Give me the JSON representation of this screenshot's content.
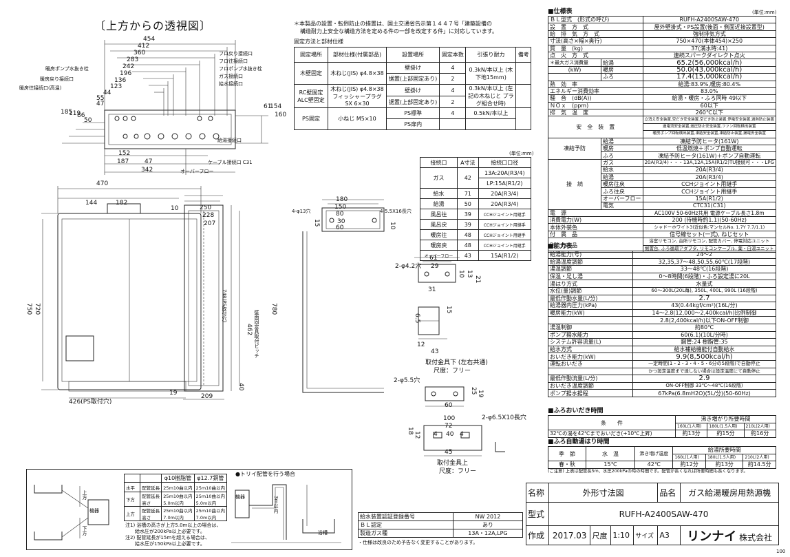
{
  "top_view": {
    "title": "〔上方からの透視図〕",
    "dims": [
      "454",
      "412",
      "360",
      "283",
      "242",
      "196",
      "136",
      "123",
      "44",
      "55",
      "47",
      "185",
      "119",
      "86",
      "50",
      "154",
      "160",
      "61",
      "152",
      "187",
      "47",
      "342"
    ],
    "labels": [
      "フロ戻り接続口",
      "フロ往接続口",
      "フロポンプ水抜き栓",
      "ガス接続口",
      "給水接続口",
      "暖房ポンプ水抜き栓",
      "暖房戻り接続口",
      "暖房往接続口(高温)",
      "給湯接続口",
      "ケーブル接続口 C31",
      "オーバーフロー"
    ]
  },
  "notice": {
    "line1": "＊本製品の設置・転倒防止の措置は、国土交通省告示第１４４７号「建築設備の",
    "line2": "構造耐力上安全な構造方法を定める件の一部を改定する件」に対応しています。",
    "section": "固定方法と部材仕様"
  },
  "fix_table": {
    "headers": [
      "固定場所",
      "部材仕様(付属部品)",
      "設置場所",
      "固定本数",
      "引張り耐力",
      "備考"
    ],
    "rows": [
      [
        "木壁固定",
        "木ねじ(JIS) φ4.8×38",
        "壁掛け",
        "4",
        "0.3kN/本以上 (木下地15mm)",
        ""
      ],
      [
        "",
        "",
        "据置(上部固定あり)",
        "2",
        "",
        ""
      ],
      [
        "RC壁固定 ALC壁固定",
        "木ねじ(JIS) φ4.8×38 フィッシャープラグSX 6×30",
        "壁掛け",
        "4",
        "0.3kN/本以上 (左記の木ねじと プラグ組合せ時)",
        ""
      ],
      [
        "",
        "",
        "据置(上部固定あり)",
        "2",
        "",
        ""
      ],
      [
        "PS固定",
        "小ねじ M5×10",
        "PS標準",
        "4",
        "0.5kN/本以上",
        ""
      ],
      [
        "",
        "",
        "PS扉内",
        "",
        "",
        ""
      ]
    ]
  },
  "conn_table": {
    "unit": "(単位:mm)",
    "headers": [
      "接続口",
      "A寸法",
      "接続口口径"
    ],
    "rows": [
      [
        "ガス",
        "42",
        "13A:20A(R3/4)"
      ],
      [
        "",
        "",
        "LP:15A(R1/2)"
      ],
      [
        "給水",
        "71",
        "20A(R3/4)"
      ],
      [
        "給湯",
        "50",
        "20A(R3/4)"
      ],
      [
        "風呂往",
        "39",
        "CCHジョイント用継手"
      ],
      [
        "風呂戻",
        "39",
        "CCHジョイント用継手"
      ],
      [
        "暖房往",
        "48",
        "CCHジョイント用継手"
      ],
      [
        "暖房戻",
        "48",
        "CCHジョイント用継手"
      ],
      [
        "オーバーフロー",
        "43",
        "15A(R1/2)"
      ]
    ]
  },
  "spec": {
    "title": "■仕様表",
    "unit": "(単位:mm)",
    "rows": [
      [
        "ＢＬ型式　(形式の呼び)",
        "",
        "RUFH-A2400SAW-470"
      ],
      [
        "設　置　方　式",
        "",
        "屋外壁掛式・PS設置(後面・側面近接設置型)"
      ],
      [
        "給　排　気　方　式",
        "",
        "強制排気方式"
      ],
      [
        "寸法(高さ×幅×奥行)",
        "",
        "750×470(本体454)×250"
      ],
      [
        "質　量　(kg)",
        "",
        "37(満水時:41)"
      ],
      [
        "点　火　方　式",
        "",
        "連続スパークダイレクト点火"
      ],
      [
        "＊最大ガス消費量",
        "給湯",
        "65.2(56,000kcal/h)"
      ],
      [
        "(kW)",
        "暖房",
        "50.0(43,000kcal/h)"
      ],
      [
        "",
        "ふろ",
        "17.4(15,000kcal/h)"
      ],
      [
        "熱　効　率",
        "",
        "給湯:83.9%,暖房:80.4%"
      ],
      [
        "エネルギー消費効率",
        "",
        "83.0%"
      ],
      [
        "騒　音　(dB(A))",
        "",
        "給湯・暖房・ふろ同時 49以下"
      ],
      [
        "ＮＯｘ　(ppm)",
        "",
        "60以下"
      ],
      [
        "排　気　温　度",
        "",
        "260℃以下"
      ]
    ],
    "safety_label": "安　全　装　置",
    "safety": [
      "立消え安全装置,空だき安全装置,空だき防止装置,停電安全装置,過熱防止装置",
      "過電流安全装置,過圧防止安全装置,ファン回転検出装置",
      "暖房ポンプ回転検出装置,凍結安全装置,凍結防止装置,漏電安全装置"
    ],
    "antifreeze_label": "凍結予防",
    "antifreeze": [
      [
        "給湯",
        "凍結予防ヒータ(161W)"
      ],
      [
        "暖房",
        "低温燃焼＋ポンプ自動運転"
      ],
      [
        "ふろ",
        "凍結予防ヒータ(161W)＋ポンプ自動運転"
      ]
    ],
    "conn_label": "接　続",
    "conn": [
      [
        "ガス",
        "20A(R3/4)・・・13A,12A,15A(R1/2)TU接続可・・・LPG"
      ],
      [
        "給水",
        "20A(R3/4)"
      ],
      [
        "給湯",
        "20A(R3/4)"
      ],
      [
        "暖房往戻",
        "CCHジョイント用継手"
      ],
      [
        "ふろ往戻",
        "CCHジョイント用継手"
      ],
      [
        "オーバーフロー",
        "15A(R1/2)"
      ],
      [
        "電気",
        "CTC31(C31)"
      ]
    ],
    "tail": [
      [
        "電　源",
        "AC100V 50-60Hz共用 電源ケーブル長さ1.8m"
      ],
      [
        "消費電力(W)",
        "200 (待機時約1.1)(50-60Hz)"
      ],
      [
        "本体外装色",
        "シャドーホワイト3(近似色:マンセルNo. 1.7Y 7.7/1.1)"
      ],
      [
        "付　属　品",
        "信号線セット(一式), ねじセット"
      ],
      [
        "別　売　品",
        "浴室リモコン, 台所リモコン, 配管カバー, 停電対応ユニット"
      ],
      [
        "",
        "据置台, ふろ循環アダプタ, リモコンケーブル, 薬・白湯ユニット"
      ]
    ]
  },
  "perf": {
    "title": "■能力表",
    "rows": [
      [
        "給湯能力(号)",
        "24～2"
      ],
      [
        "給湯温度調節",
        "32,35,37～48,50,55,60℃(17段階)"
      ],
      [
        "湯温調節",
        "33～48℃(16段階)"
      ],
      [
        "保温・足し湯",
        "0～8時間(6段階)・ふろ設定湯に20L"
      ],
      [
        "湯はり方式",
        "水量式"
      ],
      [
        "水位(量)調節",
        "60～300L(20L毎), 350L, 400L, 990L (16段階)"
      ],
      [
        "最低作動水量(L/分)",
        "2.7"
      ],
      [
        "給湯器内圧力(kPa)",
        "43(0.44kgf/cm²)(16L/分)"
      ],
      [
        "暖房能力(kW)",
        "14～2.8(12,000～2,400kcal/h)比例制御"
      ],
      [
        "",
        "2.8(2,400kcal/h)以下ON-OFF制御"
      ],
      [
        "湯温制御",
        "約80℃"
      ],
      [
        "ポンプ揚水能力",
        "60(6.1)(10L/分時)"
      ],
      [
        "システム許容流量(L)",
        "鋼管:24 樹脂管:35"
      ],
      [
        "給水方式",
        "給水補給機能付自動給水"
      ],
      [
        "おいだき能力(kW)",
        "9.9(8,500kcal/h)"
      ],
      [
        "運転おいだき",
        "一定時間(1・2・3・4・5・6分の5段階)で自動停止"
      ],
      [
        "",
        "かつ設定温度まで達しない場合は設定温度にて自動停止"
      ],
      [
        "最低作動流量(L/分)",
        "2.9"
      ],
      [
        "おいだき温度調節",
        "ON-OFF制御 33℃～48℃(16段階)"
      ],
      [
        "ポンプ揚水揚程",
        "67kPa(6.8mH2O)(5L/分)(50-60Hz)"
      ]
    ]
  },
  "furo_time": {
    "title": "■ふろおいだき時間",
    "headers": [
      "条　　件",
      "沸き増がり所要時間",
      "160L(1人用)",
      "180L(1.5人用)",
      "210L(2人用)"
    ],
    "row": [
      "32℃の湯を42℃までおいだき(+10℃上昇)",
      "約13分",
      "約15分",
      "約16分"
    ]
  },
  "furo_fill": {
    "title": "■ふろ自動湯はり時間",
    "headers": [
      "季　節",
      "水　温",
      "沸き増げ温度",
      "給湯所要時間",
      "160L(1人用)",
      "180L(1.5人用)",
      "210L(2人用)"
    ],
    "row": [
      "春・秋",
      "15℃",
      "42℃",
      "約12分",
      "約13分",
      "約14.5分"
    ],
    "note": "(ご注意) 上表は配管長5m、水圧200kPaの時の時間です。配管が長くなれば所要時間も長くなります。"
  },
  "front": {
    "dims": [
      "470",
      "144",
      "182",
      "750",
      "720",
      "426(PS取付穴)"
    ],
    "side_dims": [
      "10",
      "250",
      "228",
      "207",
      "780",
      "748(PS取付穴)",
      "19",
      "209",
      "40",
      "462"
    ],
    "side_note": "壁面固定具取付ピッチ"
  },
  "bracket": {
    "hole": "4-φ13穴",
    "slot": "4-5.5X16長穴",
    "dims": [
      "180",
      "150",
      "80",
      "30",
      "60",
      "15",
      "10"
    ]
  },
  "fitting": {
    "hole1": "2-φ4.2穴",
    "dims1": [
      "61",
      "29",
      "10",
      "13",
      "31",
      "21",
      "6.5",
      "12",
      "43",
      "15"
    ],
    "name1": "取付金具下 (左右共通)",
    "size1": "尺度：フリー",
    "hole2": "2-φ5.5穴",
    "dims2": [
      "60",
      "25",
      "19"
    ],
    "hole3": "2-φ6.5X10長穴",
    "dims3": [
      "100",
      "72",
      "4",
      "40",
      "4",
      "18",
      "12",
      "45"
    ],
    "name3": "取付金具上",
    "size3": "尺度：フリー"
  },
  "bottom_left": {
    "headers": [
      "",
      "",
      "φ10樹脂管",
      "φ12.7銅管"
    ],
    "rows": [
      [
        "水平",
        "配管延長",
        "25m10曲以内",
        "25m10曲以内"
      ],
      [
        "下方",
        "配管延長 高さ",
        "25m10曲以内 5.0m以内",
        "25m10曲以内 5.0m以内"
      ],
      [
        "上方",
        "配管延長 高さ",
        "25m10曲以内 7.0m以内",
        "25m10曲以内 7.0m以内"
      ]
    ],
    "notes": [
      "注1) 浴槽の高さが上方5.0m以上の場合は、",
      "給水圧が200kPa以上必要です。",
      "注2) 配管延長が15mを超える場合は、",
      "給水圧が150kPa以上必要です。"
    ],
    "label_bath": "浴槽",
    "label_up": "上方",
    "label_down": "下方",
    "label_heat": "機器",
    "trap_title": "●トリイ配管を行う場合",
    "trap_label": "3m以内"
  },
  "reg": {
    "rows": [
      [
        "給水装置認証登録番号",
        "NW 2012"
      ],
      [
        "ＢＬ認定",
        "あり"
      ],
      [
        "製造ガス種",
        "13A・12A,LPG"
      ]
    ],
    "note": "・仕様は改良のため予告なく変更することがあります。"
  },
  "title_block": {
    "name_label": "名称",
    "name": "外形寸法図",
    "product_label": "品名",
    "product": "ガス給湯暖房用熱源機",
    "model_label": "型式",
    "model": "RUFH-A2400SAW-470",
    "made_label": "作成",
    "date": "2017.03",
    "scale_label": "尺度",
    "scale": "1:10",
    "size_label": "サイズ",
    "size": "A3",
    "company": "リンナイ",
    "company_suffix": "株式会社",
    "page": "100"
  }
}
